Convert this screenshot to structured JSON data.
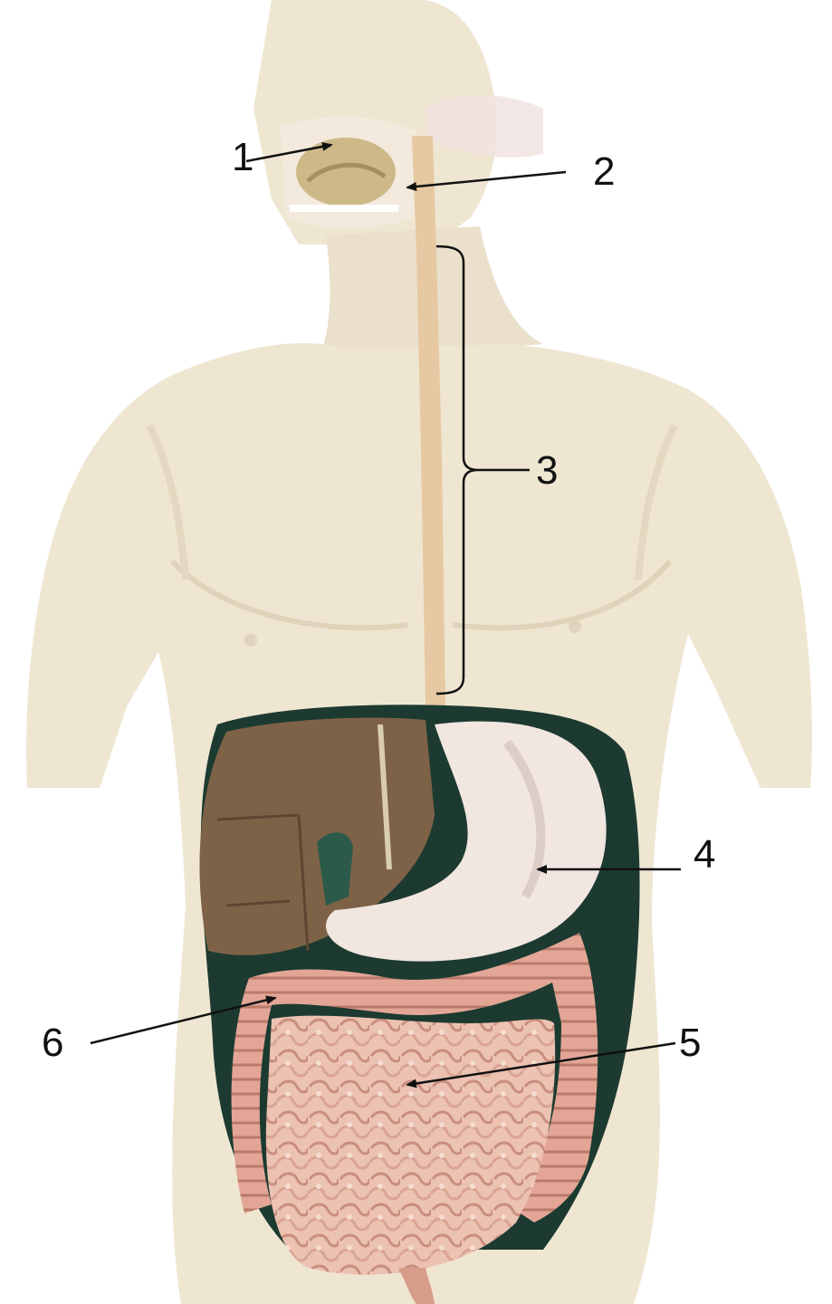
{
  "labels": {
    "l1": "1",
    "l2": "2",
    "l3": "3",
    "l4": "4",
    "l5": "5",
    "l6": "6"
  },
  "colors": {
    "skin": "#efe6d2",
    "skin_shade": "#e2d6bd",
    "liver": "#7e6247",
    "liver_dark": "#4f3b2a",
    "gallbladder_outline": "#1f3b32",
    "stomach": "#f1e6e0",
    "intestine": "#e8b8a8",
    "intestine_dark": "#c98e7d",
    "esophagus": "#e8cba4",
    "leader_line": "#111111"
  }
}
